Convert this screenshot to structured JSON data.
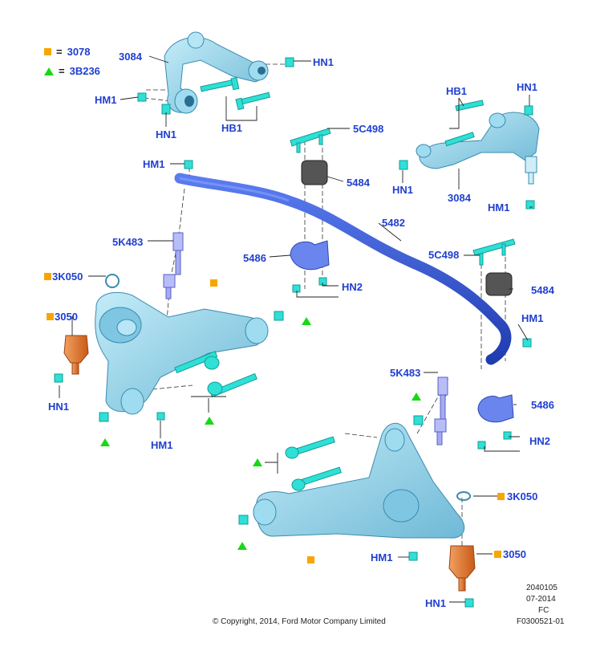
{
  "legend": [
    {
      "marker": "orange-square",
      "equals": "=",
      "value": "3078"
    },
    {
      "marker": "green-triangle",
      "equals": "=",
      "value": "3B236"
    }
  ],
  "labels": {
    "upper_arm_left": "3084",
    "hn1_ul_top": "HN1",
    "hm1_ul": "HM1",
    "hn1_ul_bottom": "HN1",
    "hb1_ul": "HB1",
    "hb1_ur": "HB1",
    "hm1_ur_top": "HN1",
    "hn1_ur": "HN1",
    "upper_arm_right": "3084",
    "hm1_ur_bottom": "HM1",
    "hm1_bar": "HM1",
    "bracket_top": "5C498",
    "bushing_top": "5484",
    "stab_bar": "5482",
    "link_left": "5K483",
    "bushing_lower_left": "5486",
    "hn2_left": "HN2",
    "bracket_right": "5C498",
    "bushing_right": "5484",
    "hm1_bar_right": "HM1",
    "link_right": "5K483",
    "bushing_lower_right": "5486",
    "hn2_right": "HN2",
    "k050_left": "3K050",
    "joint_left": "3050",
    "hn1_lower_left": "HN1",
    "hm1_lower_left": "HM1",
    "k050_right": "3K050",
    "hm1_lower_right": "HM1",
    "joint_right": "3050",
    "hn1_lower_right": "HN1"
  },
  "meta": {
    "code": "2040105",
    "date": "07-2014",
    "fc": "FC",
    "figure": "F0300521-01",
    "copyright": "© Copyright, 2014, Ford Motor Company Limited"
  },
  "colors": {
    "label_blue": "#1f3fd0",
    "part_blue": "#8fd0e8",
    "bar_blue": "#2f55d4",
    "fastener_cyan": "#2ee0d6",
    "legend_orange": "#f7a600",
    "legend_green": "#16d916",
    "joint_orange": "#e8782a",
    "bushing_gray": "#555555"
  }
}
